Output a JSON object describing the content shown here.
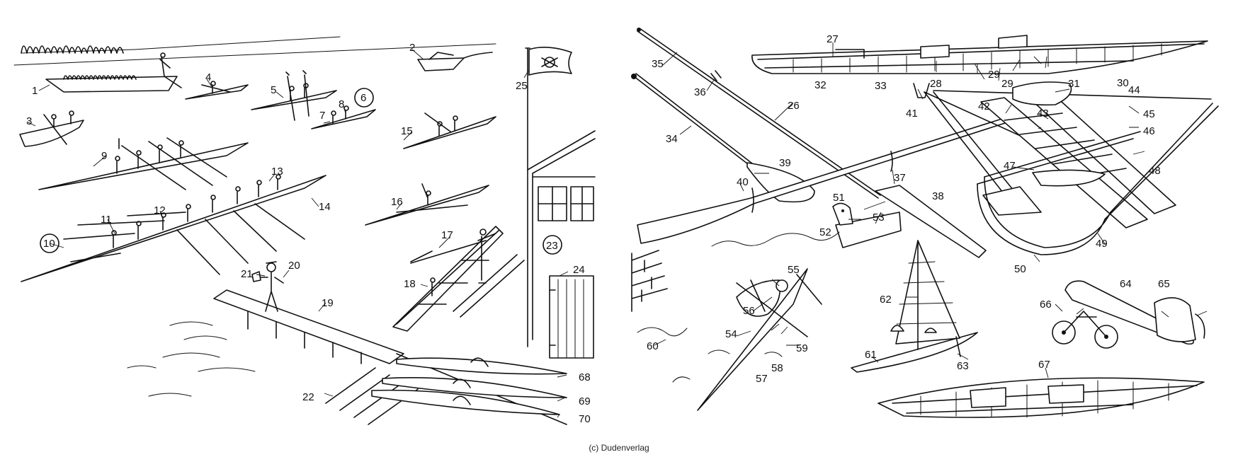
{
  "copyright": "(c) Dudenverlag",
  "labels": {
    "l1": "1",
    "l2": "2",
    "l3": "3",
    "l4": "4",
    "l5": "5",
    "l6": "6",
    "l7": "7",
    "l8": "8",
    "l9": "9",
    "l10": "10",
    "l11": "11",
    "l12": "12",
    "l13": "13",
    "l14": "14",
    "l15": "15",
    "l16": "16",
    "l17": "17",
    "l18": "18",
    "l19": "19",
    "l20": "20",
    "l21": "21",
    "l22": "22",
    "l23": "23",
    "l24": "24",
    "l25": "25",
    "l26": "26",
    "l27": "27",
    "l28": "28",
    "l29a": "29",
    "l29b": "29",
    "l30": "30",
    "l31": "31",
    "l32": "32",
    "l33": "33",
    "l34": "34",
    "l35": "35",
    "l36": "36",
    "l37": "37",
    "l38": "38",
    "l39": "39",
    "l40": "40",
    "l41": "41",
    "l42": "42",
    "l43": "43",
    "l44": "44",
    "l45": "45",
    "l46": "46",
    "l47": "47",
    "l48": "48",
    "l49": "49",
    "l50": "50",
    "l51": "51",
    "l52": "52",
    "l53": "53",
    "l54": "54",
    "l55": "55",
    "l56": "56",
    "l57": "57",
    "l58": "58",
    "l59": "59",
    "l60": "60",
    "l61": "61",
    "l62": "62",
    "l63": "63",
    "l64": "64",
    "l65": "65",
    "l66": "66",
    "l67": "67",
    "l68": "68",
    "l69": "69",
    "l70": "70"
  }
}
